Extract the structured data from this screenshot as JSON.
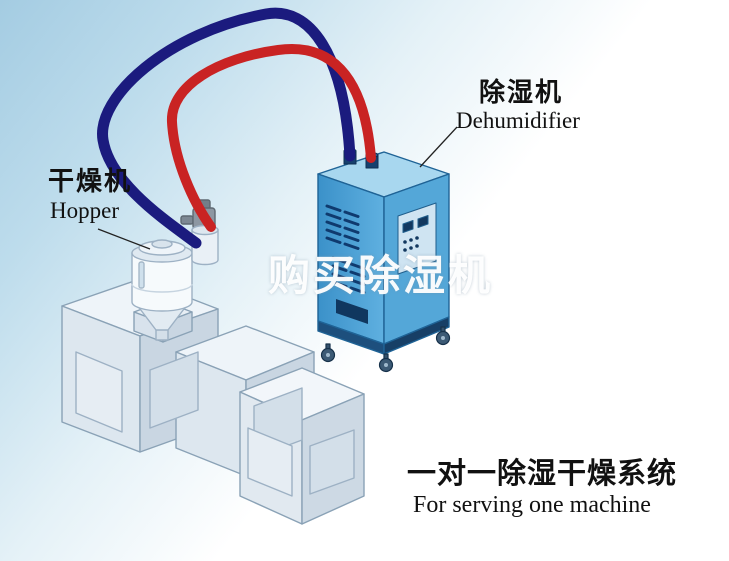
{
  "labels": {
    "dryer": {
      "cn": "干燥机",
      "en": "Hopper"
    },
    "dehumidifier": {
      "cn": "除湿机",
      "en": "Dehumidifier"
    },
    "system": {
      "cn": "一对一除湿干燥系统",
      "en": "For serving one machine"
    },
    "watermark": "购买除湿机"
  },
  "colors": {
    "background_topleft": "#a4cce2",
    "hose_blue": "#1b1b7e",
    "hose_red": "#c92323",
    "cabinet_front": "#3f94cb",
    "cabinet_side": "#54a7d8",
    "cabinet_top": "#a8d7ef",
    "vent_slots": "#0f3a6e",
    "machine_gray": "#dde7ef",
    "label_text": "#111111",
    "watermark_text": "#ffffff"
  }
}
